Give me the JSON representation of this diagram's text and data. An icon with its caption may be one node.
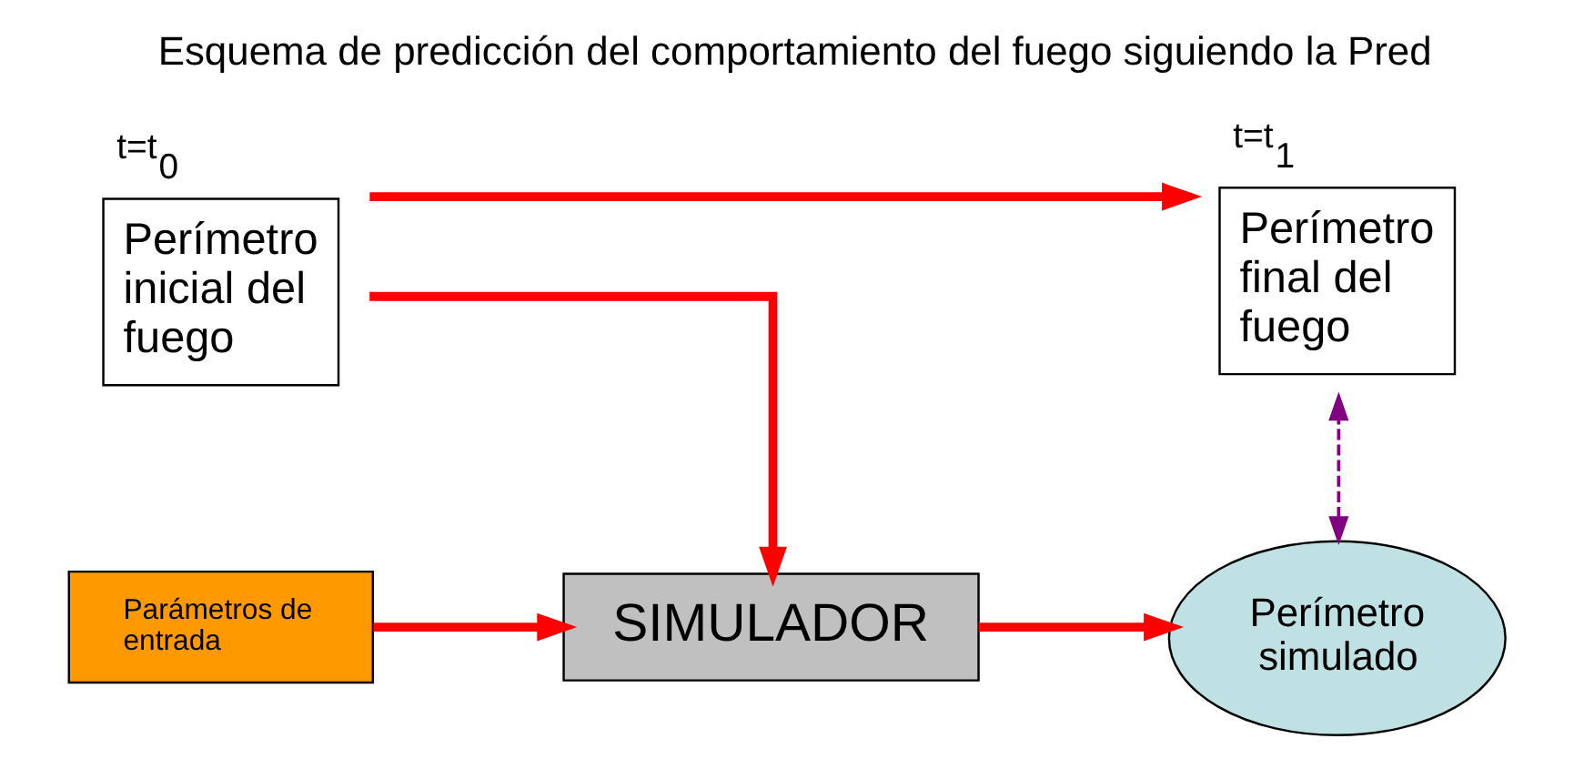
{
  "diagram": {
    "title": "Esquema de predicción del comportamiento del fuego siguiendo la Pred",
    "nodes": [
      {
        "text": [
          "Perímetro inicial del fuego"
        ],
        "beside": [
          "t=t$_{0}$"
        ]
      },
      {
        "text": [
          "Perímetro final del fuego"
        ],
        "beside": [
          "t=t$_{1}$"
        ]
      },
      {
        "text": [
          "SIMULADOR"
        ]
      },
      {
        "text": [
          "Parámetros de entrada"
        ]
      },
      {
        "text": [
          "Perímetro simulado"
        ]
      }
    ],
    "edges": [
      {
        "from": 0,
        "to": 1,
        "arrow": "to"
      },
      {
        "from": 0,
        "to": 2,
        "arrow": "to"
      },
      {
        "from": 3,
        "to": 2,
        "arrow": "to"
      },
      {
        "from": 2,
        "to": 4,
        "arrow": "to"
      },
      {
        "from": 4,
        "to": 1,
        "arrow": "both",
        "style": "dashed",
        "color": "#800080"
      }
    ]
  }
}
